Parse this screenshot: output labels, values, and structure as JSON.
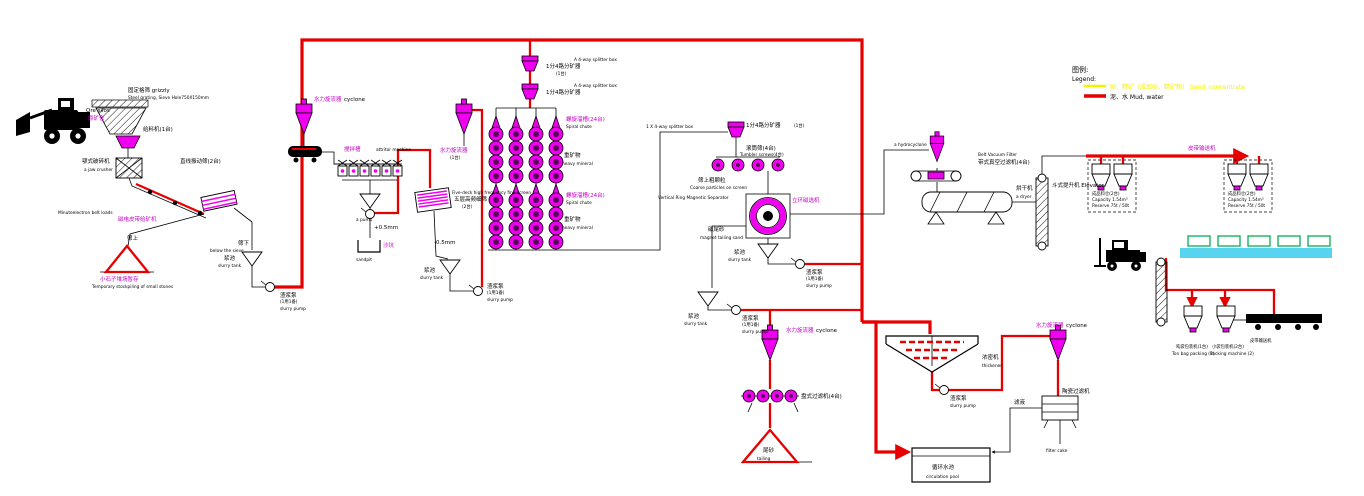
{
  "legend": {
    "zh": "图例:",
    "en": "Legend:",
    "sand": "砂、精矿（成品砂、精矿粉） Sand, concentrate",
    "mud": "泥、水 Mud, water",
    "sand_color": "#f2f200",
    "mud_color": "#e60000"
  },
  "labels": {
    "grizzly": "固定格筛 grizzly",
    "grizzly_spec": "Steel grating, Sieve Hole750X150mm",
    "ore_silo_en": "Ore silos",
    "ore_silo_zh": "原矿仓",
    "feeder": "给料机(1台)",
    "jaw_zh": "颚式破碎机",
    "jaw_en": "a jaw crusher",
    "belt_feeder_en": "Minuteelectron belt loads",
    "belt_feeder_zh": "磁电皮带给矿机",
    "screen1_zh": "直线振动筛(2台)",
    "oversize": "筛上",
    "undersize": "筛下",
    "below_sieve": "below the sieve",
    "stockpile_zh": "小石子堆场暂存",
    "stockpile_en": "Temporary stockpiling of small stones",
    "slurry_tank_zh": "浆池",
    "slurry_tank_en": "slurry tank",
    "pump_zh": "渣浆泵",
    "pump_q": "(1用1备)",
    "pump_en": "slurry pump",
    "a_pump": "a pump",
    "cyclone_zh": "水力旋流器",
    "cyclone_en": "cyclone",
    "attritor_zh": "搅拌槽",
    "attritor_en": "attritor machine",
    "plus05": "+0.5mm",
    "minus05": "-0.5mm",
    "sandpit_zh": "沙坑",
    "sandpit_en": "sandpit",
    "five_deck_en": "Five-deck high frequency fine screen",
    "five_deck_zh": "五层高频细筛",
    "q1": "(1台)",
    "q2": "(2台)",
    "splitter_zh": "1分4路分矿器",
    "splitter_en": "A 4-way splitter box",
    "splitter_x_en": "1 X 4-way splitter box",
    "spiral_zh": "螺旋溜槽(24台)",
    "spiral_en": "Spiral chute",
    "heavy_zh": "重矿物",
    "heavy_en": "heavy mineral",
    "tumbler_zh": "滚筒筛(4台)",
    "tumbler_en": "Tumbler screws(4台)",
    "coarse_zh": "筛上粗颗粒",
    "coarse_en": "Coarse particles on screen",
    "vrm_en": "Vertical Ring Magnetic Separator",
    "vrm_zh": "立环磁选机",
    "magtail_zh": "磁尾砂",
    "magtail_en": "magnet tailing sand",
    "thickener_zh": "浓密机",
    "thickener_en": "thickener",
    "disc_zh": "盘式过滤机(4台)",
    "tailing_zh": "尾砂",
    "tailing_en": "tailing",
    "pool_zh": "循环水池",
    "pool_en": "circulation pool",
    "ceramic_zh": "陶瓷过滤机",
    "filtrate_zh": "滤液",
    "cake_en": "filter cake",
    "hydrocyclone_en": "a hydrocyclone",
    "bvf_en": "Belt Vacuum Filter",
    "bvf_zh": "带式真空过滤机(4台)",
    "dryer_zh": "烘干机",
    "dryer_en": "a dryer",
    "elevator": "斗式提升机 Elevator",
    "belt_conv_zh": "皮带输送机",
    "silo_l1": "成品料仓(2台)",
    "silo_l2": "Capacity 1.54m³",
    "silo_l3": "Reserve 75t / 50t",
    "pack1_zh": "吨袋包装机(1台)",
    "pack1_en": "Ton bag packing (1)",
    "pack2_zh": "小袋包装机(2台)",
    "pack2_en": "Packing machine (2)"
  }
}
